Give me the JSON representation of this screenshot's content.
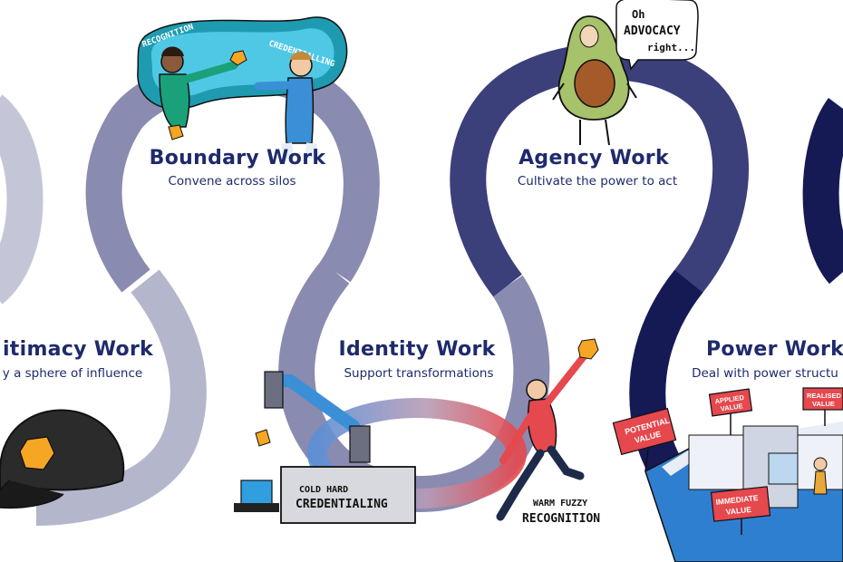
{
  "stages": [
    {
      "title": "itimacy Work",
      "subtitle": "y a sphere of influence"
    },
    {
      "title": "Boundary Work",
      "subtitle": "Convene across silos"
    },
    {
      "title": "Identity Work",
      "subtitle": "Support transformations"
    },
    {
      "title": "Agency Work",
      "subtitle": "Cultivate the power to act"
    },
    {
      "title": "Power Work",
      "subtitle": "Deal with power structu"
    }
  ],
  "illustrations": {
    "boundary": {
      "left_label": "RECOGNITION",
      "right_label": "CREDENTIALLING"
    },
    "agency": {
      "speech": [
        "Oh",
        "ADVOCACY",
        "right..."
      ]
    },
    "identity": {
      "machine_label": [
        "COLD HARD",
        "CREDENTIALING"
      ],
      "person_label": [
        "WARM FUZZY",
        "RECOGNITION"
      ]
    },
    "power": {
      "signs": [
        [
          "POTENTIAL",
          "VALUE"
        ],
        [
          "APPLIED",
          "VALUE"
        ],
        [
          "REALISED",
          "VALUE"
        ],
        [
          "IMMEDIATE",
          "VALUE"
        ]
      ]
    }
  },
  "colors": {
    "title": "#1e2a6b",
    "track_light": "#b4b6cc",
    "track_mid": "#8a8bb0",
    "track_dark": "#3b3f7a",
    "track_darkest": "#151a55",
    "accent_orange": "#f5a623",
    "accent_red": "#e5484d"
  }
}
